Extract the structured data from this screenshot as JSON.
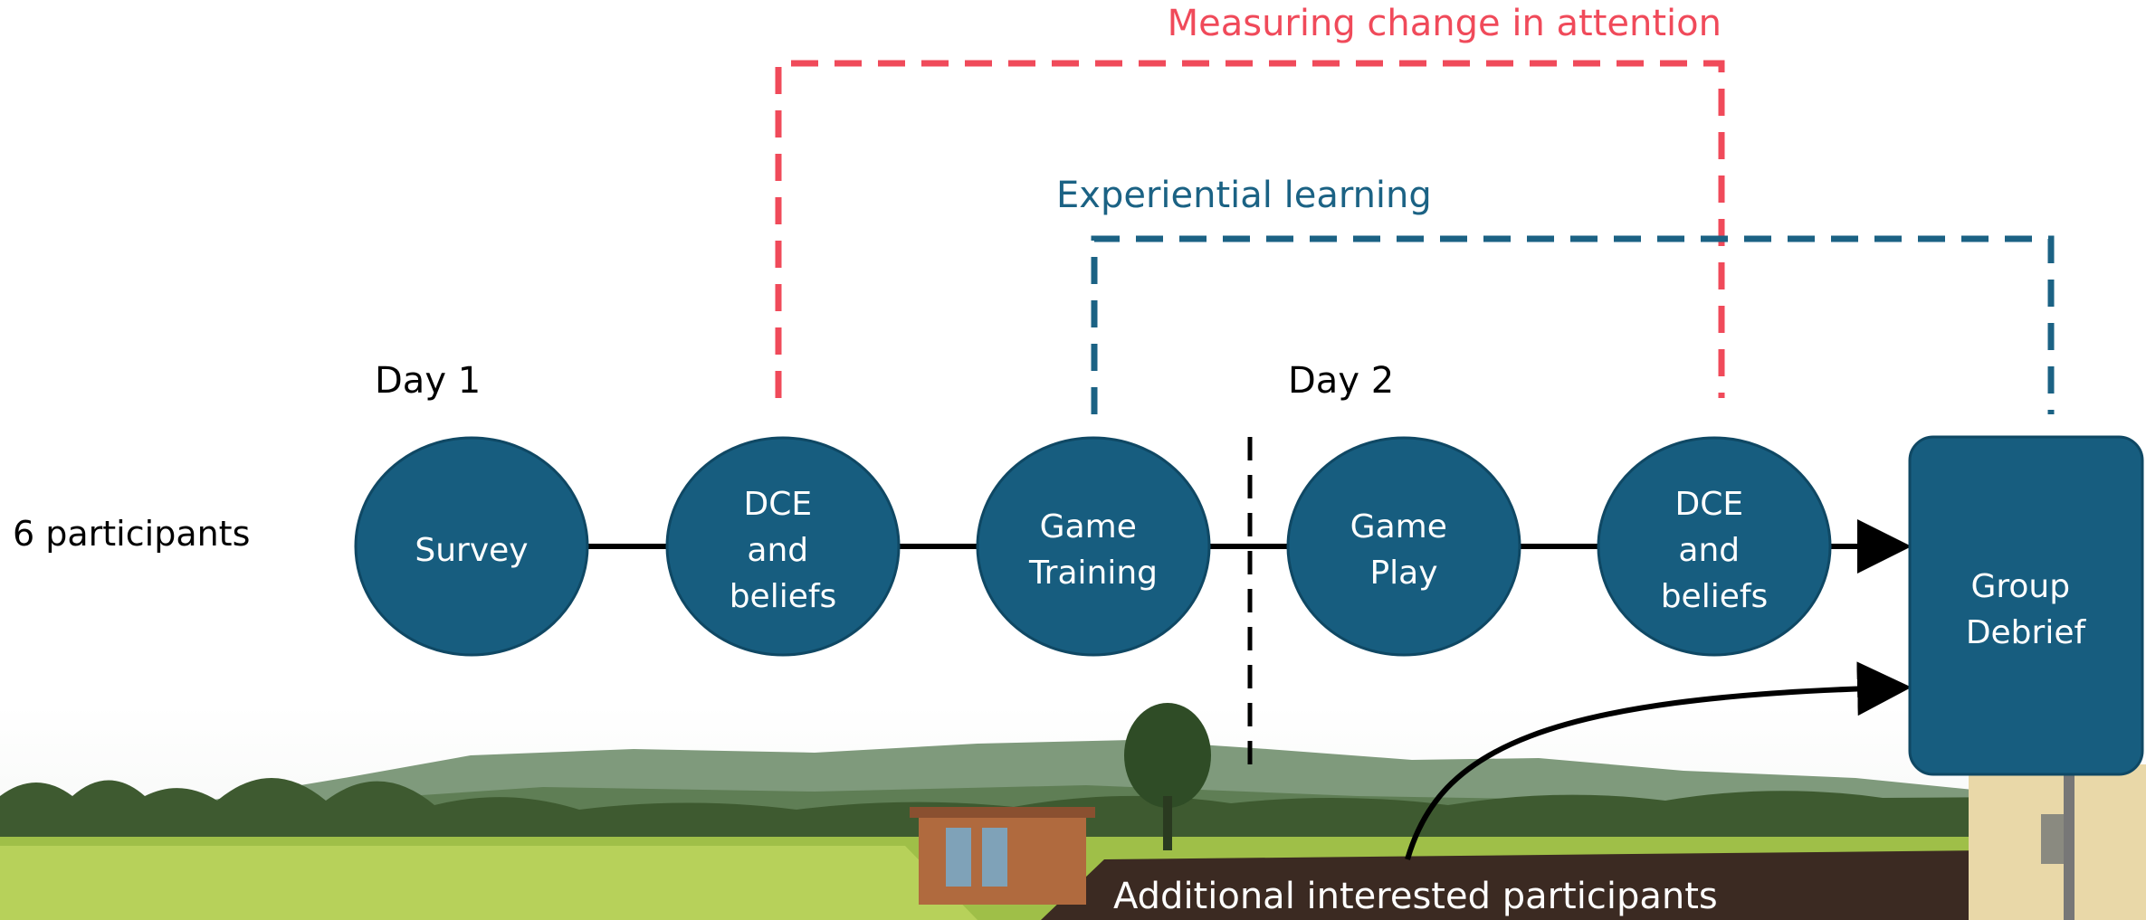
{
  "row_label": "6 participants",
  "days": [
    "Day 1",
    "Day 2"
  ],
  "steps": [
    {
      "id": "survey",
      "lines": [
        "Survey"
      ]
    },
    {
      "id": "dce-beliefs-1",
      "lines": [
        "DCE",
        "and",
        "beliefs"
      ]
    },
    {
      "id": "game-training",
      "lines": [
        "Game",
        "Training"
      ]
    },
    {
      "id": "game-play",
      "lines": [
        "Game",
        "Play"
      ]
    },
    {
      "id": "dce-beliefs-2",
      "lines": [
        "DCE",
        "and",
        "beliefs"
      ]
    }
  ],
  "final_step": {
    "id": "group-debrief",
    "lines": [
      "Group",
      "Debrief"
    ]
  },
  "brackets": [
    {
      "label": "Measuring change in attention",
      "color": "#f04a5a"
    },
    {
      "label": "Experiential learning",
      "color": "#1b6284"
    }
  ],
  "additional_label": "Additional interested participants",
  "colors": {
    "node_fill": "#175d7f",
    "node_stroke": "#0f4864",
    "node_text": "#ffffff",
    "line": "#000000"
  }
}
